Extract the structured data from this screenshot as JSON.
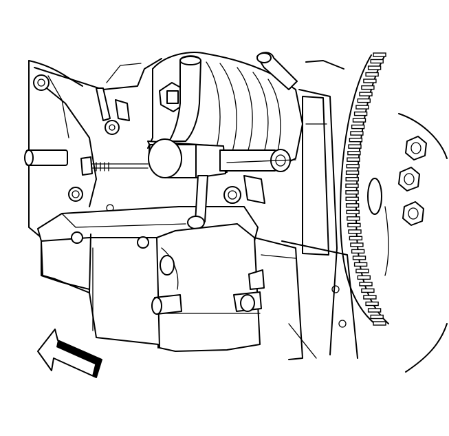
{
  "figure": {
    "background": "#ffffff",
    "line_color": "#000000",
    "parts": [
      "engine-block",
      "harmonic-balancer-pulley",
      "coolant-hose",
      "water-pump",
      "oil-pan",
      "bracket",
      "flywheel-ring-gear",
      "flywheel-bolts",
      "direction-arrow"
    ]
  }
}
